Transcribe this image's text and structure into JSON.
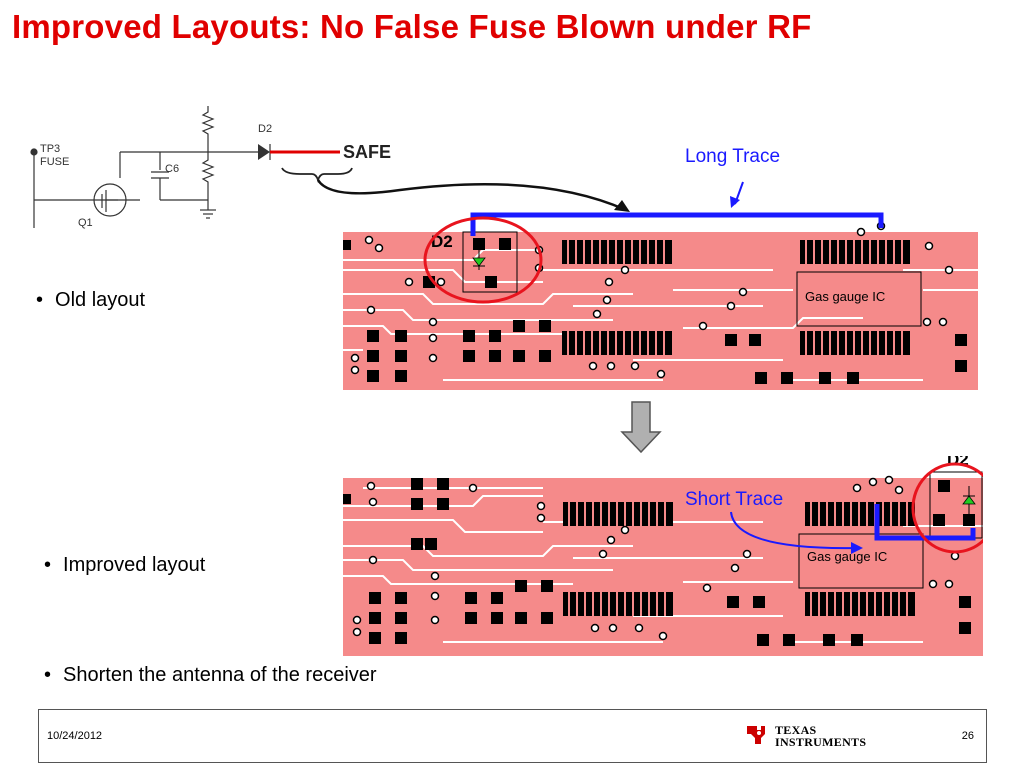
{
  "slide": {
    "title": "Improved Layouts: No False Fuse Blown under RF",
    "bullets": {
      "old": "Old layout",
      "improved": "Improved layout",
      "shorten": "Shorten the antenna of the receiver"
    }
  },
  "schematic": {
    "tp3": "TP3",
    "fuse": "FUSE",
    "c6": "C6",
    "q1": "Q1",
    "d2": "D2",
    "safe": "SAFE"
  },
  "old_layout": {
    "d2_label": "D2",
    "ic_label": "Gas gauge IC",
    "trace_label": "Long Trace"
  },
  "new_layout": {
    "d2_label": "D2",
    "ic_label": "Gas gauge IC",
    "trace_label": "Short Trace"
  },
  "footer": {
    "date": "10/24/2012",
    "page": "26",
    "company_line1": "Texas",
    "company_line2": "Instruments"
  },
  "colors": {
    "title": "#e00000",
    "pcb": "#f58a8a",
    "trace_blue": "#1a1aff",
    "circle_red": "#e8141e",
    "pad": "#000000"
  }
}
